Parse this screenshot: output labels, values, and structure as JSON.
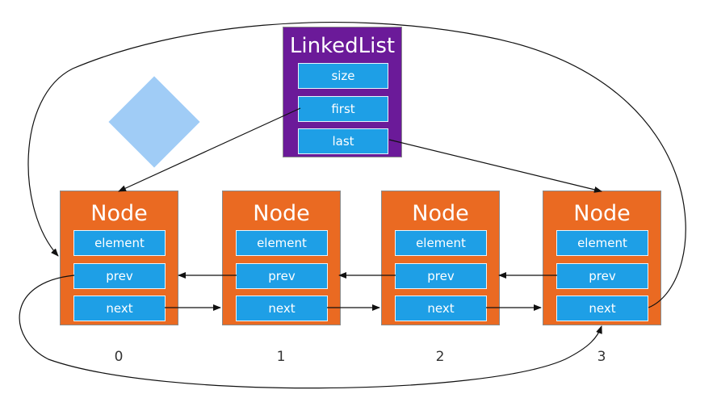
{
  "linked_list": {
    "title": "LinkedList",
    "fields": [
      "size",
      "first",
      "last"
    ]
  },
  "nodes": [
    {
      "title": "Node",
      "element": "element",
      "prev": "prev",
      "next": "next",
      "index": "0"
    },
    {
      "title": "Node",
      "element": "element",
      "prev": "prev",
      "next": "next",
      "index": "1"
    },
    {
      "title": "Node",
      "element": "element",
      "prev": "prev",
      "next": "next",
      "index": "2"
    },
    {
      "title": "Node",
      "element": "element",
      "prev": "prev",
      "next": "next",
      "index": "3"
    }
  ],
  "colors": {
    "list_box": "#6b1a99",
    "node_box": "#ea6a22",
    "field": "#1e9fe6",
    "decoration": "#8fc3f5"
  }
}
